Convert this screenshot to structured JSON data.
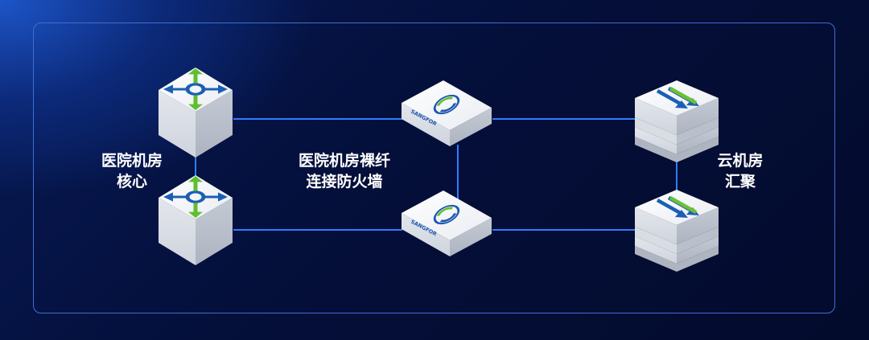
{
  "nodes": {
    "core": {
      "label_line1": "医院机房",
      "label_line2": "核心"
    },
    "firewall": {
      "label_line1": "医院机房裸纤",
      "label_line2": "连接防火墙",
      "brand": "SANGFOR"
    },
    "cloud": {
      "label_line1": "云机房",
      "label_line2": "汇聚"
    }
  },
  "colors": {
    "link": "#2f7cff",
    "frame": "#3f6fd1",
    "router_arrow_blue": "#1b5fb4",
    "router_arrow_green": "#5fbf2e",
    "switch_arrow_blue": "#1b5fb4",
    "switch_arrow_green": "#6cc133"
  },
  "icons": [
    "router-icon",
    "firewall-device-icon",
    "switch-icon"
  ]
}
